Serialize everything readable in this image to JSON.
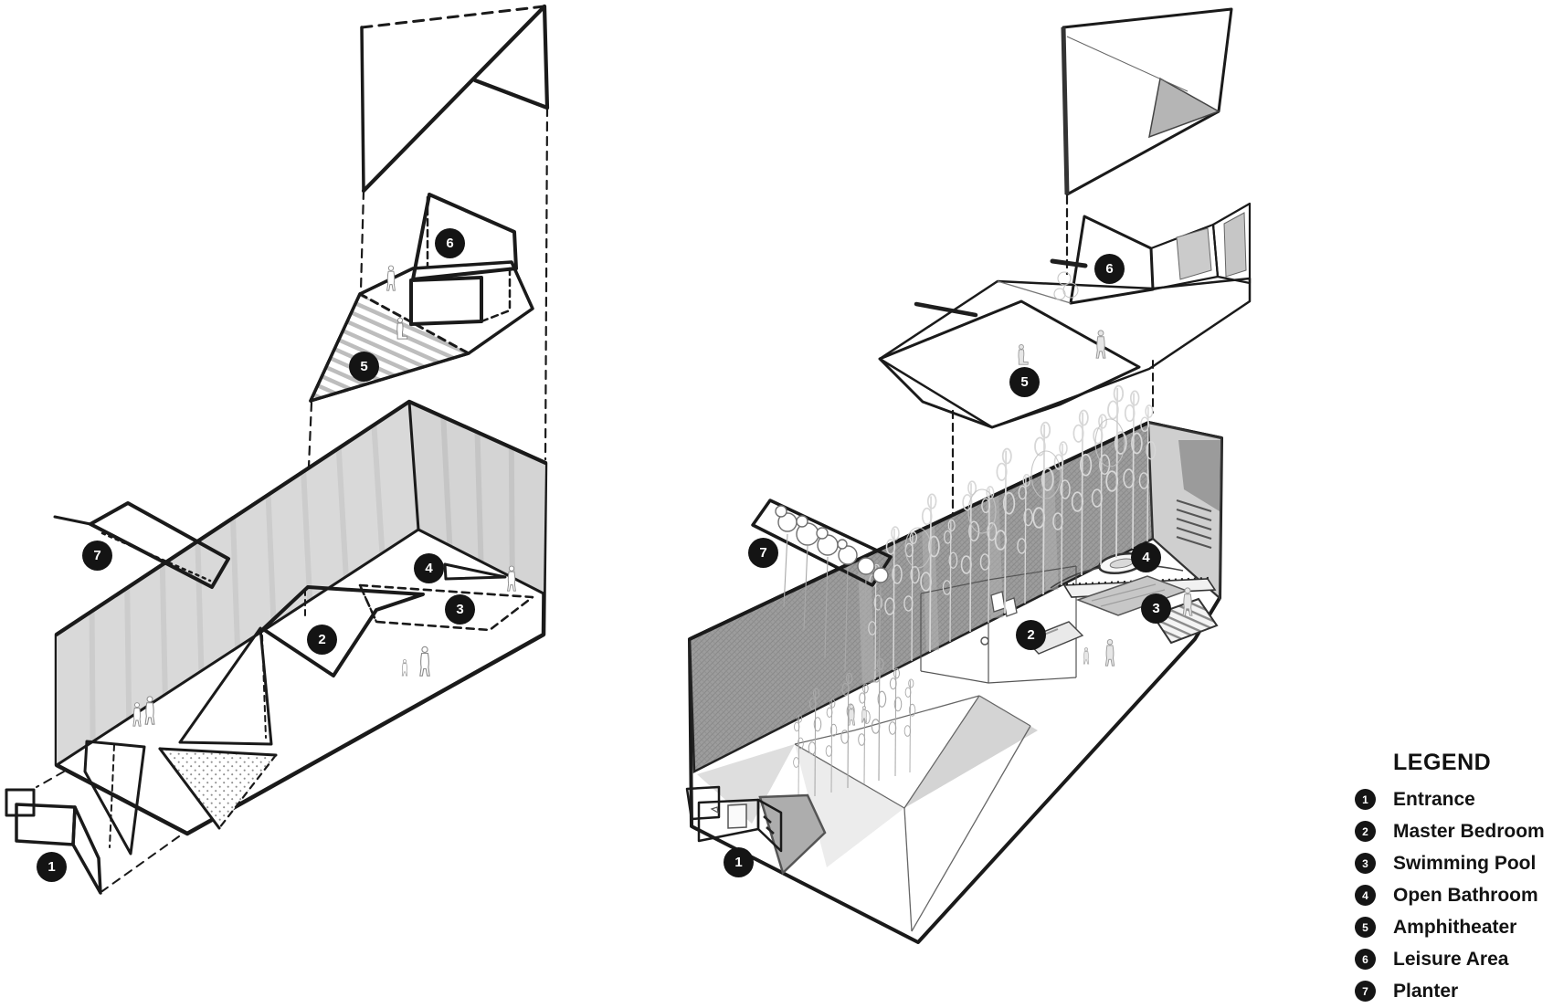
{
  "legend": {
    "title": "LEGEND",
    "items": [
      {
        "number": "1",
        "label": "Entrance"
      },
      {
        "number": "2",
        "label": "Master Bedroom"
      },
      {
        "number": "3",
        "label": "Swimming Pool"
      },
      {
        "number": "4",
        "label": "Open Bathroom"
      },
      {
        "number": "5",
        "label": "Amphitheater"
      },
      {
        "number": "6",
        "label": "Leisure Area"
      },
      {
        "number": "7",
        "label": "Planter"
      }
    ]
  },
  "diagrams": {
    "left": {
      "markers": [
        {
          "number": "1"
        },
        {
          "number": "2"
        },
        {
          "number": "3"
        },
        {
          "number": "4"
        },
        {
          "number": "5"
        },
        {
          "number": "6"
        },
        {
          "number": "7"
        }
      ]
    },
    "right": {
      "markers": [
        {
          "number": "1"
        },
        {
          "number": "2"
        },
        {
          "number": "3"
        },
        {
          "number": "4"
        },
        {
          "number": "5"
        },
        {
          "number": "6"
        },
        {
          "number": "7"
        }
      ]
    }
  },
  "colors": {
    "ink": "#1a1a1a",
    "marker_background": "#141414",
    "marker_text": "#ffffff",
    "left_wall_fill": "#d9d9d9",
    "right_wall_fill": "#9d9d9d",
    "roof_gray": "#b5b5b5"
  }
}
